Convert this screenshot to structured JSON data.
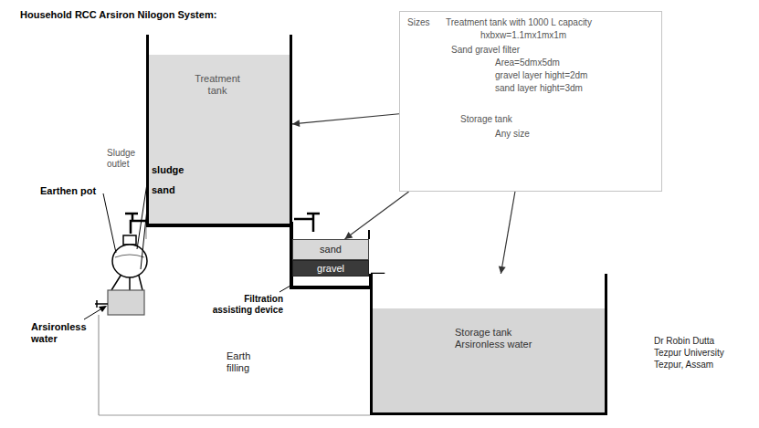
{
  "diagram": {
    "title": "Household RCC Arsiron Nilogon System:",
    "nodes": [
      {
        "text": [
          "Treatment tank"
        ]
      },
      {
        "text": [
          "Sizes",
          "Treatment tank with 1000 L capacity",
          "hxbxw=1.1mx1mx1m",
          "Sand gravel filter",
          "Area=5dmx5dm",
          "gravel layer hight=2dm",
          "sand layer hight=3dm",
          "Storage tank",
          "Any size"
        ]
      },
      {
        "text": [
          "sand"
        ]
      },
      {
        "text": [
          "gravel"
        ]
      },
      {
        "text": [
          "Storage tank",
          "Arsironless water"
        ]
      }
    ],
    "edges": [
      {
        "from": 1,
        "to": 0,
        "arrow": "to"
      },
      {
        "from": 1,
        "to": 2,
        "arrow": "to"
      },
      {
        "from": 1,
        "to": 4,
        "arrow": "to"
      }
    ],
    "labels": [
      "Sludge outlet",
      "sludge",
      "sand",
      "Earthen pot",
      "Arsironless water",
      "Filtration assisting device",
      "Earth filling",
      "Dr Robin Dutta",
      "Tezpur University",
      "Tezpur, Assam"
    ]
  }
}
